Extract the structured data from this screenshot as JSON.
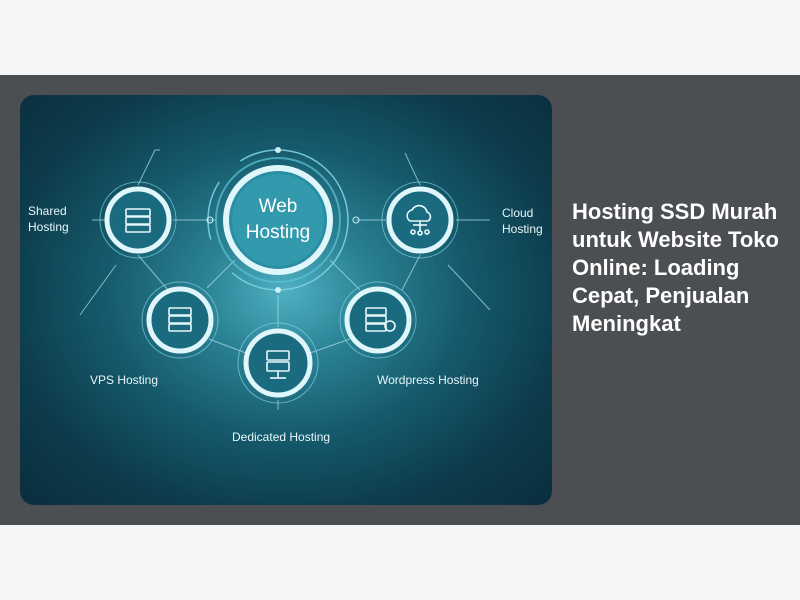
{
  "article": {
    "title": "Hosting SSD Murah untuk Website Toko Online: Loading Cepat, Penjualan Meningkat"
  },
  "diagram": {
    "center_line1": "Web",
    "center_line2": "Hosting",
    "shared_line1": "Shared",
    "shared_line2": "Hosting",
    "cloud_line1": "Cloud",
    "cloud_line2": "Hosting",
    "vps": "VPS Hosting",
    "wordpress": "Wordpress Hosting",
    "dedicated": "Dedicated Hosting",
    "icons": [
      "server-icon",
      "cloud-network-icon",
      "server-icon",
      "wordpress-server-icon",
      "server-icon"
    ]
  },
  "colors": {
    "band": "#4b4e52",
    "page": "#f4f5f7",
    "ring": "#cfeff6",
    "node_fill": "#1b6b80"
  }
}
